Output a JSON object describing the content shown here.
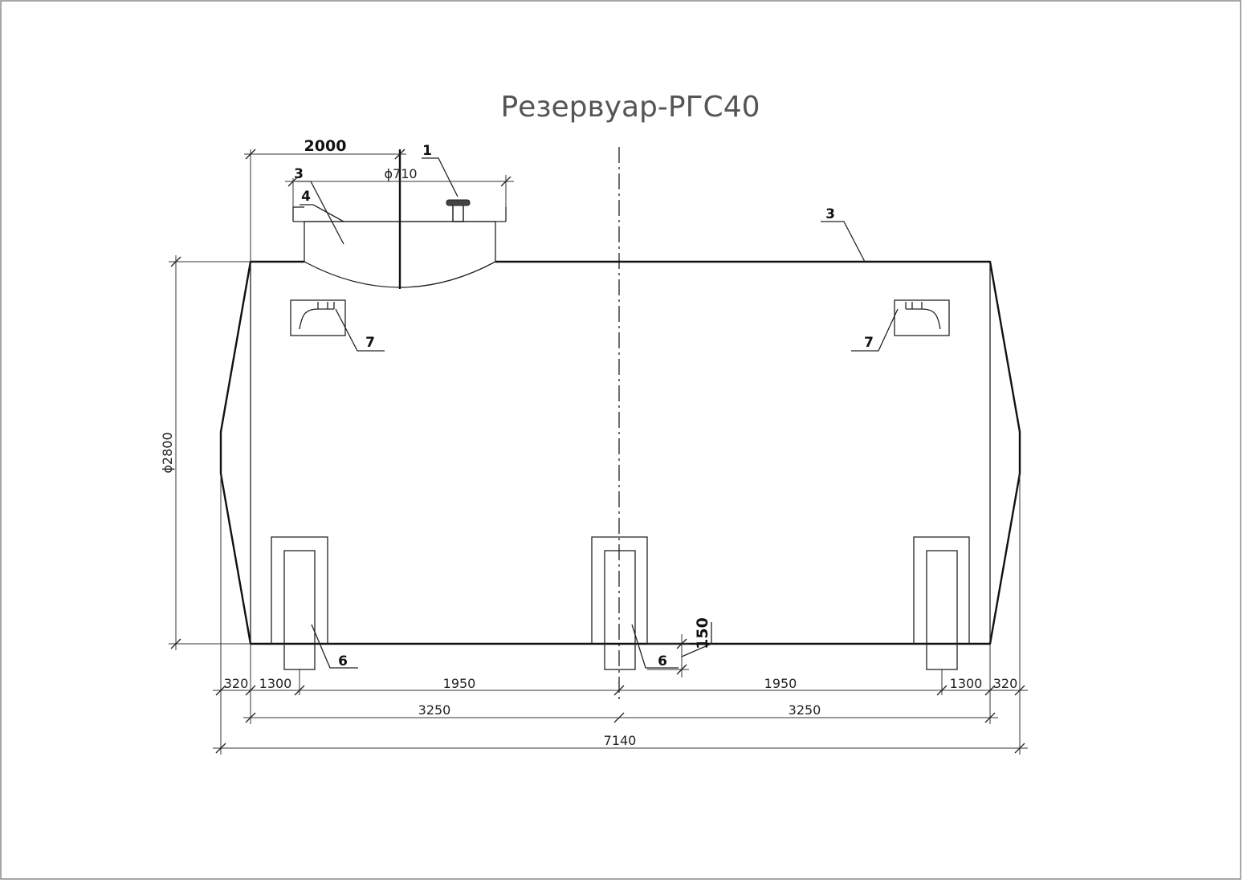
{
  "title": "Резервуар-РГС40",
  "dimensions": {
    "hatch_offset": "2000",
    "hatch_diameter": "ϕ710",
    "tank_diameter": "ϕ2800",
    "support_depth": "150",
    "seg_320_left": "320",
    "seg_1300_left": "1300",
    "seg_1950_left": "1950",
    "seg_1950_right": "1950",
    "seg_1300_right": "1300",
    "seg_320_right": "320",
    "half_3250_left": "3250",
    "half_3250_right": "3250",
    "total_length": "7140"
  },
  "callouts": {
    "pipe": "1",
    "hatch_lid": "3",
    "hatch_neck": "4",
    "shell": "3",
    "lug_left": "7",
    "lug_right": "7",
    "support_left": "6",
    "support_middle": "6"
  }
}
